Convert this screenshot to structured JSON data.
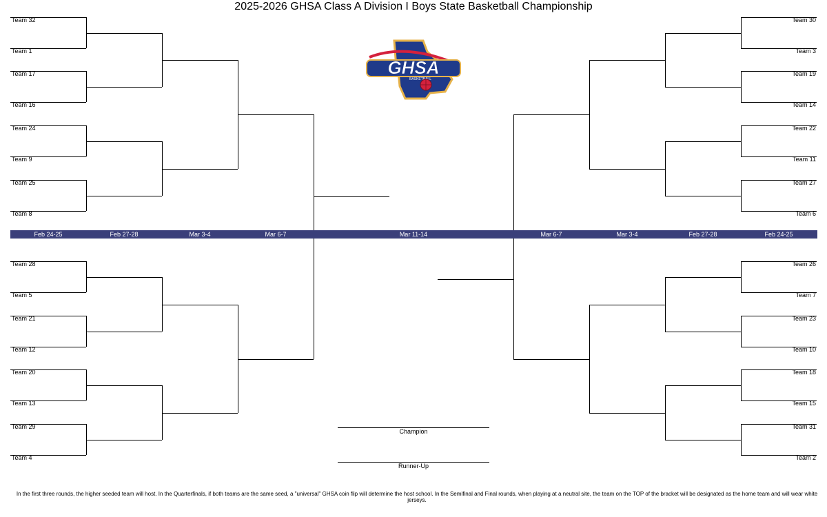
{
  "title": "2025-2026 GHSA Class A Division I Boys State Basketball Championship",
  "logo": {
    "text": "GHSA",
    "subtext": "BASKETBALL",
    "icon": "ghsa-basketball-logo"
  },
  "rounds": {
    "left": [
      "Feb 24-25",
      "Feb 27-28",
      "Mar 3-4",
      "Mar 6-7"
    ],
    "center": "Mar 11-14",
    "right": [
      "Mar 6-7",
      "Mar 3-4",
      "Feb 27-28",
      "Feb 24-25"
    ]
  },
  "teams": {
    "left_top": [
      "Team 32",
      "Team 1",
      "Team 17",
      "Team 16",
      "Team 24",
      "Team 9",
      "Team 25",
      "Team 8"
    ],
    "left_bottom": [
      "Team 28",
      "Team 5",
      "Team 21",
      "Team 12",
      "Team 20",
      "Team 13",
      "Team 29",
      "Team 4"
    ],
    "right_top": [
      "Team 30",
      "Team 3",
      "Team 19",
      "Team 14",
      "Team 22",
      "Team 11",
      "Team 27",
      "Team 6"
    ],
    "right_bottom": [
      "Team 26",
      "Team 7",
      "Team 23",
      "Team 10",
      "Team 18",
      "Team 15",
      "Team 31",
      "Team 2"
    ]
  },
  "results": {
    "champion_label": "Champion",
    "runner_up_label": "Runner-Up"
  },
  "footnote": "In the first three rounds, the higher seeded team will host. In the Quarterfinals, if both teams are the same seed, a \"universal\" GHSA coin flip will determine the host school. In the Semifinal and Final rounds, when playing at a neutral site, the team on the TOP of the bracket will be designated as the home team and will wear white jerseys.",
  "colors": {
    "date_bar": "#3a3f7a",
    "logo_navy": "#1f3a8a",
    "logo_red": "#d4213d",
    "logo_gold": "#e6b24a"
  }
}
